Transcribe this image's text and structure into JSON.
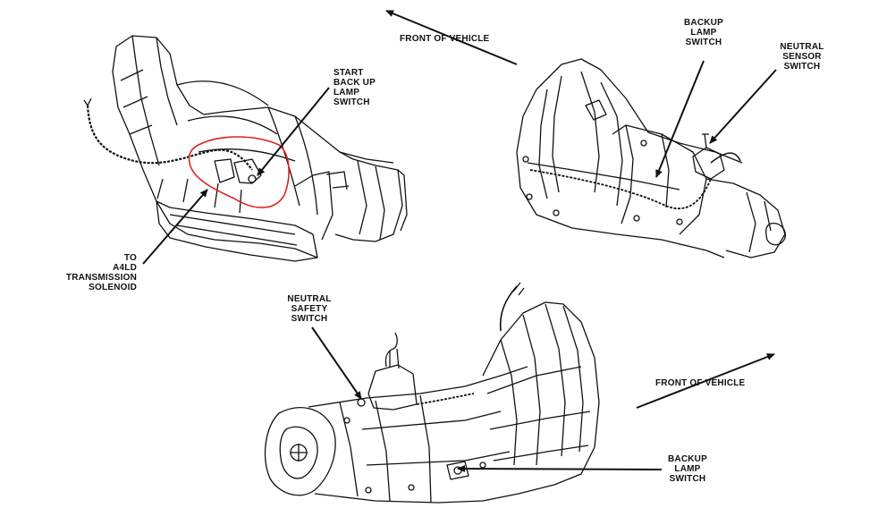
{
  "labels": {
    "front_of_vehicle_top": "FRONT OF VEHICLE",
    "start_backup_lamp_switch": [
      "START",
      "BACK UP",
      "LAMP",
      "SWITCH"
    ],
    "to_a4ld_solenoid": [
      "TO",
      "A4LD",
      "TRANSMISSION",
      "SOLENOID"
    ],
    "backup_lamp_switch_top": [
      "BACKUP",
      "LAMP",
      "SWITCH"
    ],
    "neutral_sensor_switch": [
      "NEUTRAL",
      "SENSOR",
      "SWITCH"
    ],
    "neutral_safety_switch": [
      "NEUTRAL",
      "SAFETY",
      "SWITCH"
    ],
    "front_of_vehicle_bottom": "FRONT OF VEHICLE",
    "backup_lamp_switch_bottom": [
      "BACKUP",
      "LAMP",
      "SWITCH"
    ]
  },
  "colors": {
    "linework": "#111111",
    "highlight_circle": "#e0201f",
    "background": "#ffffff"
  }
}
